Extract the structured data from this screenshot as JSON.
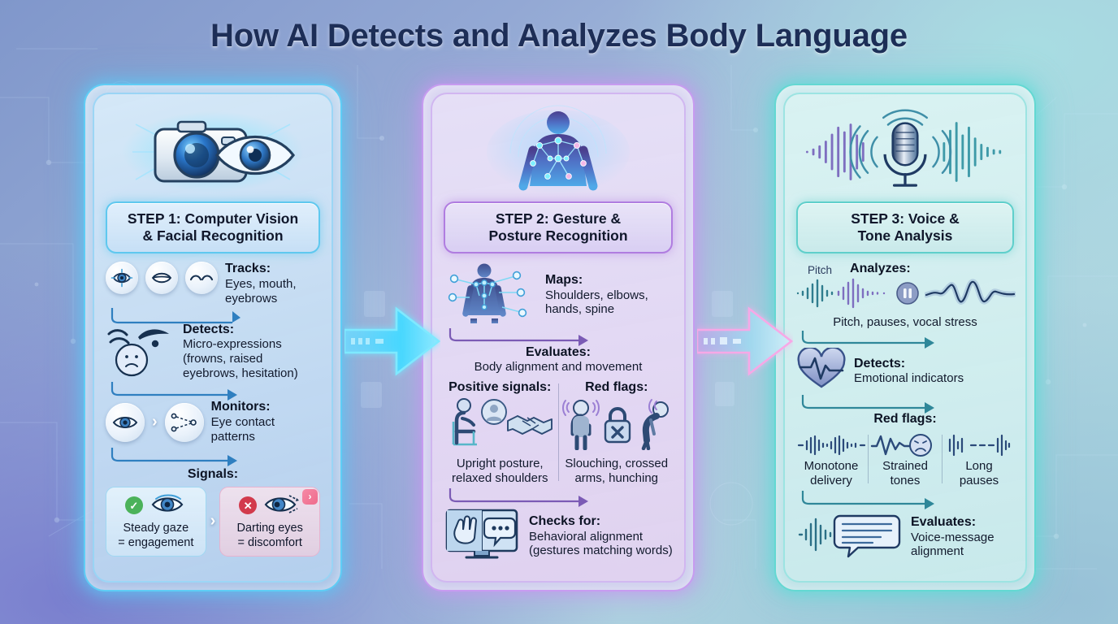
{
  "title": "How AI Detects and Analyzes Body Language",
  "colors": {
    "bg_top_left": "#8097cb",
    "bg_top_right": "#a9dce0",
    "bg_bottom_left": "#787cce",
    "panel1_border": "#5ecdf5",
    "panel2_border": "#c79bf0",
    "panel3_border": "#63d8d2",
    "title_text": "#1d2e57",
    "ok_badge": "#4bb25a",
    "no_badge": "#d23a4c",
    "arrow_a_glow": "#45d8ff",
    "arrow_b_glow": "#f09ae0"
  },
  "panels": [
    {
      "id": "step-1",
      "hero_icon": "camera-eye-icon",
      "step_title": "STEP 1: Computer Vision\n& Facial Recognition",
      "step_title_line1": "STEP 1: Computer Vision",
      "step_title_line2": "& Facial Recognition",
      "blocks": [
        {
          "label": "Tracks:",
          "text": "Eyes, mouth,\neyebrows",
          "text_line1": "Eyes, mouth,",
          "text_line2": "eyebrows",
          "icons": [
            "eye-scan-icon",
            "mouth-icon",
            "eyebrows-icon"
          ]
        },
        {
          "label": "Detects:",
          "text_line1": "Micro-expressions",
          "text_line2": "(frowns, raised",
          "text_line3": "eyebrows, hesitation)",
          "icons": [
            "frowning-face-icon",
            "raised-eyebrow-icon"
          ]
        },
        {
          "label": "Monitors:",
          "text_line1": "Eye contact",
          "text_line2": "patterns",
          "icons": [
            "eye-icon",
            "gaze-pattern-icon"
          ]
        },
        {
          "label": "Signals:",
          "cards": [
            {
              "badge": "check-icon",
              "icon": "steady-eye-icon",
              "text_line1": "Steady gaze",
              "text_line2": "= engagement",
              "tone": "positive"
            },
            {
              "badge": "cross-icon",
              "icon": "darting-eye-icon",
              "text_line1": "Darting eyes",
              "text_line2": "= discomfort",
              "tone": "negative"
            }
          ]
        }
      ]
    },
    {
      "id": "step-2",
      "hero_icon": "body-skeleton-nodes-icon",
      "step_title_line1": "STEP 2: Gesture &",
      "step_title_line2": "Posture Recognition",
      "blocks": [
        {
          "label": "Maps:",
          "text_line1": "Shoulders, elbows,",
          "text_line2": "hands, spine",
          "icons": [
            "body-keypoints-icon"
          ]
        },
        {
          "label": "Evaluates:",
          "text_line1": "Body alignment and movement"
        },
        {
          "label_left": "Positive signals:",
          "label_right": "Red flags:",
          "left_icons": [
            "seated-upright-person-icon",
            "avatar-icon",
            "handshake-icon"
          ],
          "right_icons": [
            "standing-person-icon",
            "locked-padlock-x-icon",
            "hunched-person-icon"
          ],
          "left_text_line1": "Upright posture,",
          "left_text_line2": "relaxed shoulders",
          "right_text_line1": "Slouching, crossed",
          "right_text_line2": "arms, hunching"
        },
        {
          "label": "Checks for:",
          "text_line1": "Behavioral alignment",
          "text_line2": "(gestures matching words)",
          "icons": [
            "monitor-hand-speech-icon"
          ]
        }
      ]
    },
    {
      "id": "step-3",
      "hero_icon": "microphone-waveform-icon",
      "step_title_line1": "STEP 3: Voice &",
      "step_title_line2": "Tone Analysis",
      "blocks": [
        {
          "label": "Analyzes:",
          "side_label": "Pitch",
          "text_line1": "Pitch, pauses, vocal stress",
          "icons": [
            "waveform-icon",
            "pause-icon",
            "pitch-curve-icon"
          ]
        },
        {
          "label": "Detects:",
          "text_line1": "Emotional indicators",
          "icons": [
            "heart-pulse-icon"
          ]
        },
        {
          "label": "Red flags:",
          "items": [
            {
              "icon": "flat-waveform-icon",
              "text_line1": "Monotone",
              "text_line2": "delivery"
            },
            {
              "icon": "strained-wave-face-icon",
              "text_line1": "Strained",
              "text_line2": "tones"
            },
            {
              "icon": "gapped-waveform-icon",
              "text_line1": "Long",
              "text_line2": "pauses"
            }
          ]
        },
        {
          "label": "Evaluates:",
          "text_line1": "Voice-message",
          "text_line2": "alignment",
          "icons": [
            "waveform-speech-bubble-icon"
          ]
        }
      ]
    }
  ],
  "arrows": [
    {
      "name": "arrow-step1-to-step2",
      "glyph": "right-arrow-icon"
    },
    {
      "name": "arrow-step2-to-step3",
      "glyph": "right-arrow-icon"
    }
  ]
}
